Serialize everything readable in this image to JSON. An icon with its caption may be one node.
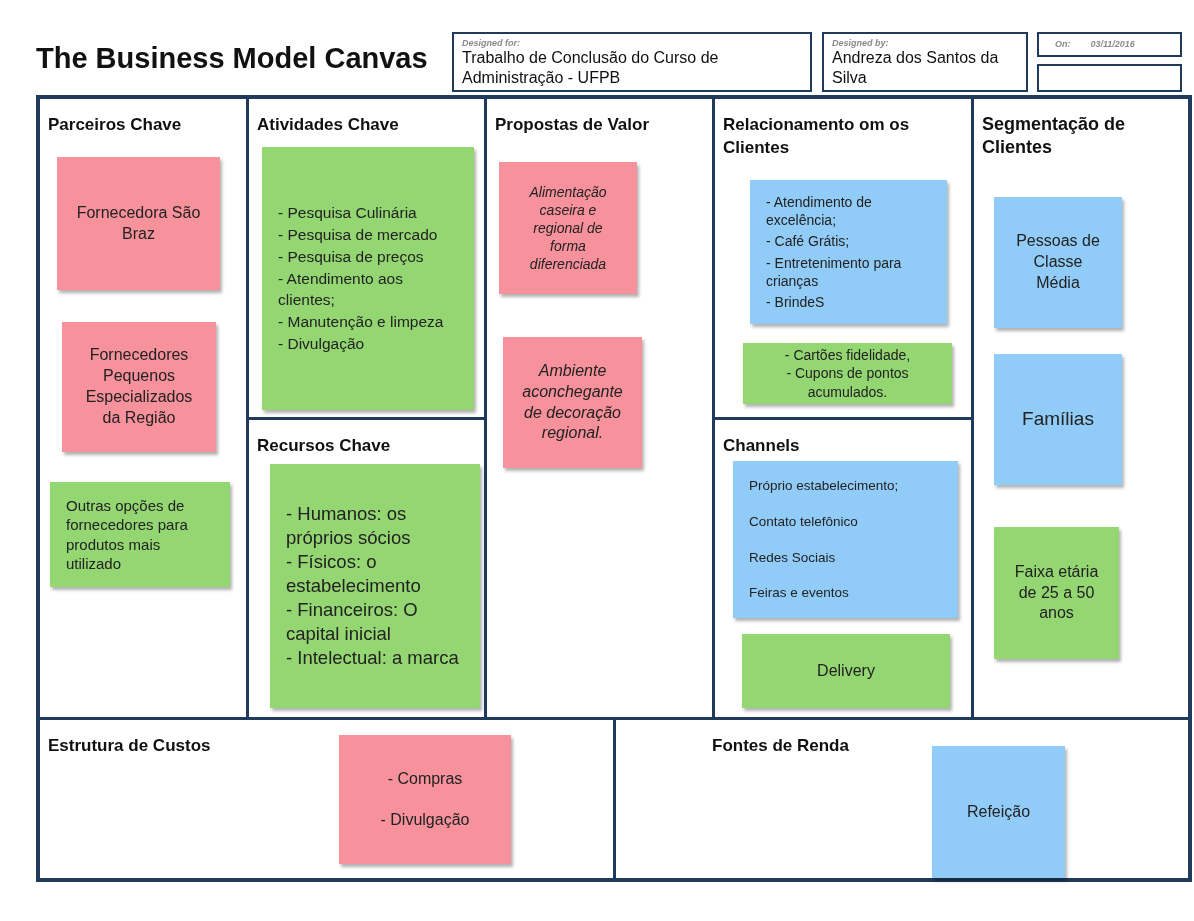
{
  "diagram": {
    "title": "The Business Model Canvas",
    "nodes": [
      {
        "text": [
          "Designed for:",
          "Trabalho de Conclusão do Curso de Administração - UFPB"
        ]
      },
      {
        "text": [
          "Designed by:",
          "Andreza dos Santos da Silva"
        ]
      },
      {
        "text": [
          "On:",
          "03/11/2016"
        ]
      },
      {
        "text": [],
        "shape": "box"
      },
      {
        "text": [
          "Parceiros Chave"
        ]
      },
      {
        "text": [
          "Fornecedora São Braz"
        ],
        "in": 4
      },
      {
        "text": [
          "Fornecedores Pequenos Especializados da Região"
        ],
        "in": 4
      },
      {
        "text": [
          "Outras opções de fornecedores para produtos mais utilizado"
        ],
        "in": 4
      },
      {
        "text": [
          "Atividades Chave"
        ]
      },
      {
        "text": [
          "- Pesquisa Culinária",
          "- Pesquisa de mercado",
          "- Pesquisa de preços",
          "- Atendimento aos clientes;",
          "- Manutenção e limpeza",
          "- Divulgação"
        ],
        "in": 8
      },
      {
        "text": [
          "Recursos Chave"
        ]
      },
      {
        "text": [
          "- Humanos: os próprios sócios",
          "- Físicos: o estabelecimento",
          "- Financeiros: O capital inicial",
          "- Intelectual: a marca"
        ],
        "in": 10
      },
      {
        "text": [
          "Propostas de Valor"
        ]
      },
      {
        "text": [
          "Alimentação caseira e regional de forma diferenciada"
        ],
        "in": 12
      },
      {
        "text": [
          "Ambiente aconchegante de decoração regional."
        ],
        "in": 12
      },
      {
        "text": [
          "Relacionamento om os Clientes"
        ]
      },
      {
        "text": [
          "- Atendimento de excelência;",
          "- Café Grátis;",
          "- Entretenimento para crianças",
          "- BrindeS"
        ],
        "in": 15
      },
      {
        "text": [
          "- Cartões fidelidade,",
          "- Cupons de pontos acumulados."
        ],
        "in": 15
      },
      {
        "text": [
          "Channels"
        ]
      },
      {
        "text": [
          "Próprio estabelecimento;",
          "Contato telefônico",
          "Redes Sociais",
          "Feiras e eventos"
        ],
        "in": 18
      },
      {
        "text": [
          "Delivery"
        ],
        "in": 18
      },
      {
        "text": [
          "Segmentação de Clientes"
        ]
      },
      {
        "text": [
          "Pessoas de Classe Média"
        ],
        "in": 21
      },
      {
        "text": [
          "Famílias"
        ],
        "in": 21
      },
      {
        "text": [
          "Faixa etária de 25 a 50 anos"
        ],
        "in": 21
      },
      {
        "text": [
          "Estrutura de Custos"
        ]
      },
      {
        "text": [
          "- Compras",
          "- Divulgação"
        ],
        "in": 25
      },
      {
        "text": [
          "Fontes de Renda"
        ]
      },
      {
        "text": [
          "Refeição"
        ],
        "in": 27
      }
    ]
  }
}
